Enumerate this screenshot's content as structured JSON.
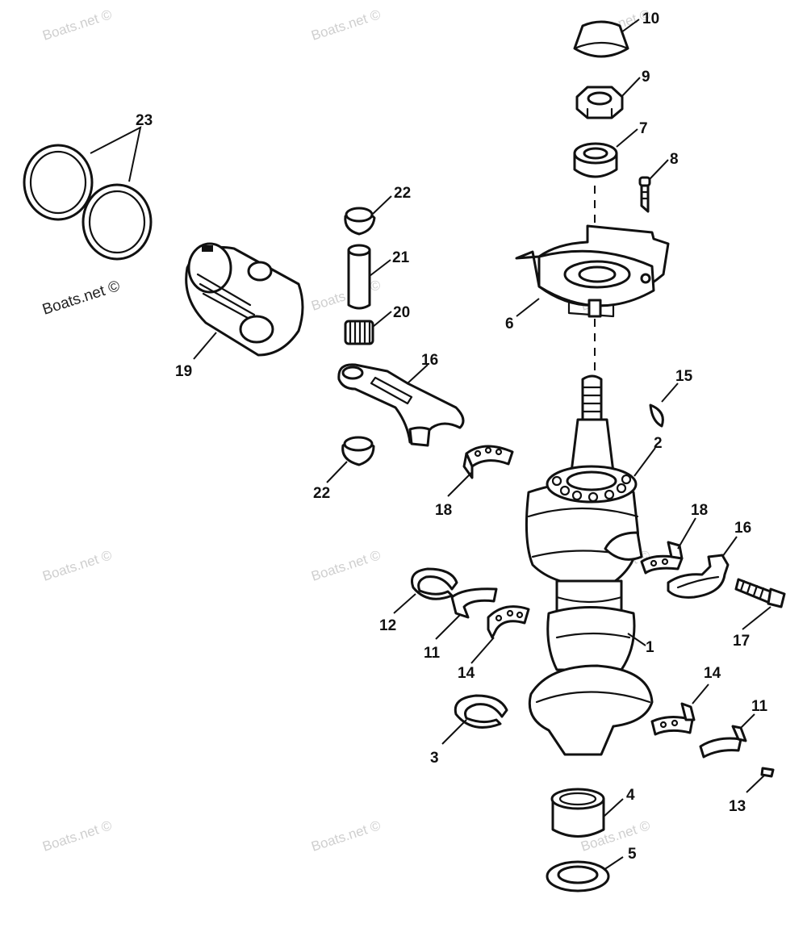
{
  "watermark_text": "Boats.net ©",
  "watermark_dark_text": "Boats.net ©",
  "callouts": {
    "p1": "1",
    "p2": "2",
    "p3": "3",
    "p4": "4",
    "p5": "5",
    "p6": "6",
    "p7": "7",
    "p8": "8",
    "p9": "9",
    "p10": "10",
    "p11a": "11",
    "p11b": "11",
    "p12": "12",
    "p13": "13",
    "p14a": "14",
    "p14b": "14",
    "p15": "15",
    "p16a": "16",
    "p16b": "16",
    "p17": "17",
    "p18a": "18",
    "p18b": "18",
    "p19": "19",
    "p20": "20",
    "p21": "21",
    "p22a": "22",
    "p22b": "22",
    "p23": "23"
  }
}
